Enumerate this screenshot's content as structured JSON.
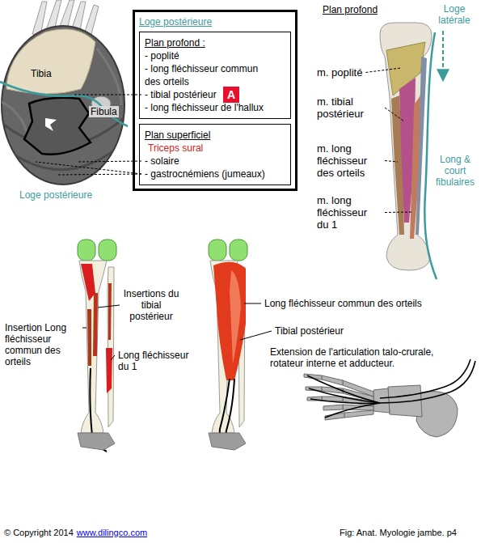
{
  "diagram": {
    "nodes": [
      {
        "text": [
          "Loge postérieure"
        ]
      },
      {
        "text": [
          "Plan profond :",
          "- poplité",
          "- long fléchisseur commun des orteils",
          "- tibial postérieur",
          "- long fléchisseur de l'hallux"
        ],
        "in": 0
      },
      {
        "text": [
          "A"
        ],
        "in": 1
      },
      {
        "text": [
          "Plan superficiel",
          "Triceps sural",
          "- solaire",
          "- gastrocnémiens (jumeaux)"
        ],
        "in": 0
      }
    ],
    "edges": [],
    "labels": [
      "Tibia",
      "Fibula",
      "Loge postérieure",
      "Plan profond",
      "Loge latérale",
      "m. poplité",
      "m. tibial postérieur",
      "m. long fléchisseur des orteils",
      "m. long fléchisseur du 1",
      "Long & court fibulaires",
      "Insertions du tibial postérieur",
      "Insertion Long fléchisseur commun des orteils",
      "Long fléchisseur du 1",
      "Long fléchisseur commun des orteils",
      "Tibial postérieur",
      "Extension de l'articulation talo-crurale, rotateur interne et adducteur.",
      "© Copyright 2014",
      "www.dilingco.com",
      "Fig: Anat. Myologie jambe. p4"
    ]
  }
}
